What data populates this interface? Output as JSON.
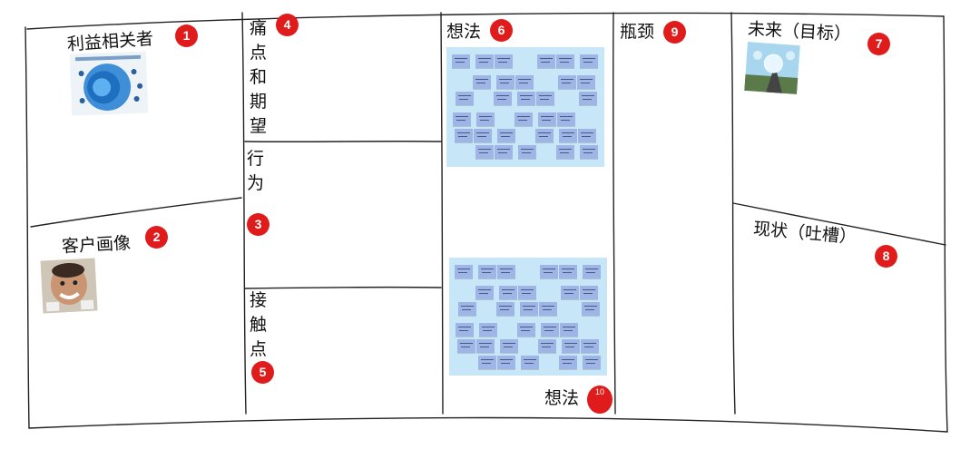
{
  "sections": {
    "stakeholders": {
      "label": "利益相关者",
      "num": "1"
    },
    "persona": {
      "label": "客户画像",
      "num": "2"
    },
    "behavior": {
      "label": "行为",
      "num": "3"
    },
    "pain_points": {
      "label": "痛点和期望",
      "num": "4"
    },
    "touchpoints": {
      "label": "接触点",
      "num": "5"
    },
    "ideas": {
      "label": "想法",
      "num": "6"
    },
    "future": {
      "label": "未来（目标）",
      "num": "7"
    },
    "current": {
      "label": "现状（吐槽）",
      "num": "8"
    },
    "bottleneck": {
      "label": "瓶颈",
      "num": "9"
    },
    "ideas_bottom": {
      "label": "想法",
      "num": "10"
    }
  },
  "colors": {
    "badge": "#e01b1b",
    "notes_background": "#c7e7f9",
    "sticky_note": "#9fb5e6",
    "line": "#222222"
  },
  "icons": [
    "stakeholder-diagram-thumbnail",
    "persona-photo-thumbnail",
    "future-goal-thumbnail"
  ]
}
